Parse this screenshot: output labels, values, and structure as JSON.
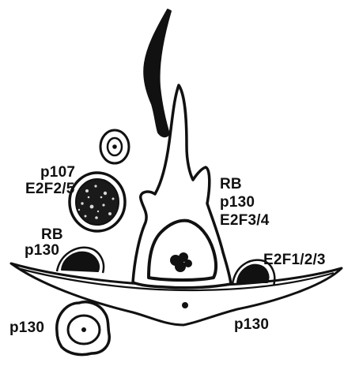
{
  "diagram": {
    "labels": {
      "p107_group": [
        "p107",
        "E2F2/5"
      ],
      "cilium_group": [
        "RB",
        "p130",
        "E2F3/4"
      ],
      "left_bump_group": [
        "RB",
        "p130"
      ],
      "right_bump": "E2F1/2/3",
      "bottom_right": "p130",
      "bottom_left": "p130"
    },
    "colors": {
      "ink": "#111111",
      "fill": "#ffffff"
    }
  }
}
